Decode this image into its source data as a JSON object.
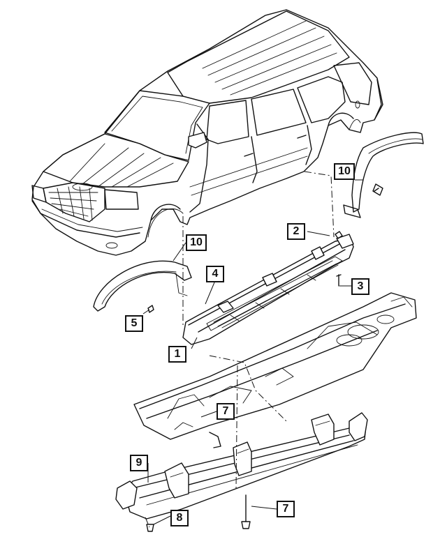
{
  "callouts": [
    {
      "id": "c-10-top",
      "number": "10"
    },
    {
      "id": "c-2",
      "number": "2"
    },
    {
      "id": "c-3",
      "number": "3"
    },
    {
      "id": "c-10-left",
      "number": "10"
    },
    {
      "id": "c-4",
      "number": "4"
    },
    {
      "id": "c-5",
      "number": "5"
    },
    {
      "id": "c-1",
      "number": "1"
    },
    {
      "id": "c-7-frame",
      "number": "7"
    },
    {
      "id": "c-9",
      "number": "9"
    },
    {
      "id": "c-8",
      "number": "8"
    },
    {
      "id": "c-7-bottom",
      "number": "7"
    }
  ]
}
